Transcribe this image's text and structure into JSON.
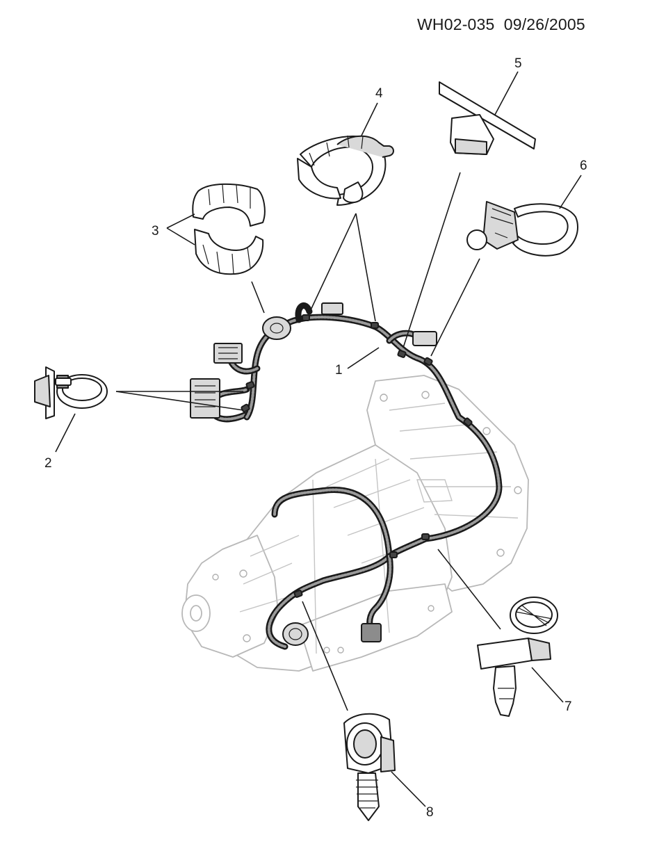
{
  "header": {
    "part_number": "WH02-035",
    "date": "09/26/2005"
  },
  "callouts": [
    "1",
    "2",
    "3",
    "4",
    "5",
    "6",
    "7",
    "8"
  ]
}
